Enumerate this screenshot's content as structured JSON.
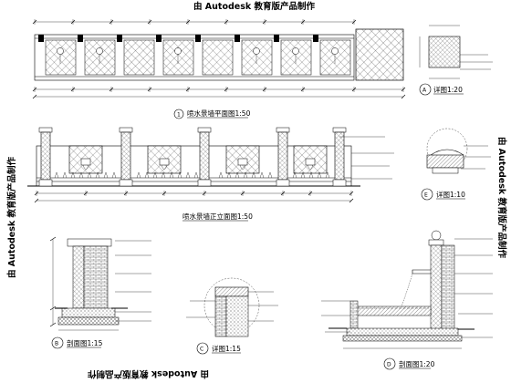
{
  "watermark": {
    "text": "由 Autodesk 教育版产品制作"
  },
  "views": {
    "plan": {
      "label": "喷水景墙平面图1:50",
      "marker": "1"
    },
    "elevation": {
      "label": "喷水景墙正立面图1:50",
      "marker": ""
    },
    "detail_a": {
      "label": "详图1:20",
      "marker": "A"
    },
    "detail_e": {
      "label": "详图1:10",
      "marker": "E"
    },
    "section_b": {
      "label": "剖面图1:15",
      "marker": "B"
    },
    "detail_c": {
      "label": "详图1:15",
      "marker": "C"
    },
    "section_d": {
      "label": "剖面图1:20",
      "marker": "D"
    }
  },
  "colors": {
    "line": "#000000",
    "background": "#ffffff"
  }
}
